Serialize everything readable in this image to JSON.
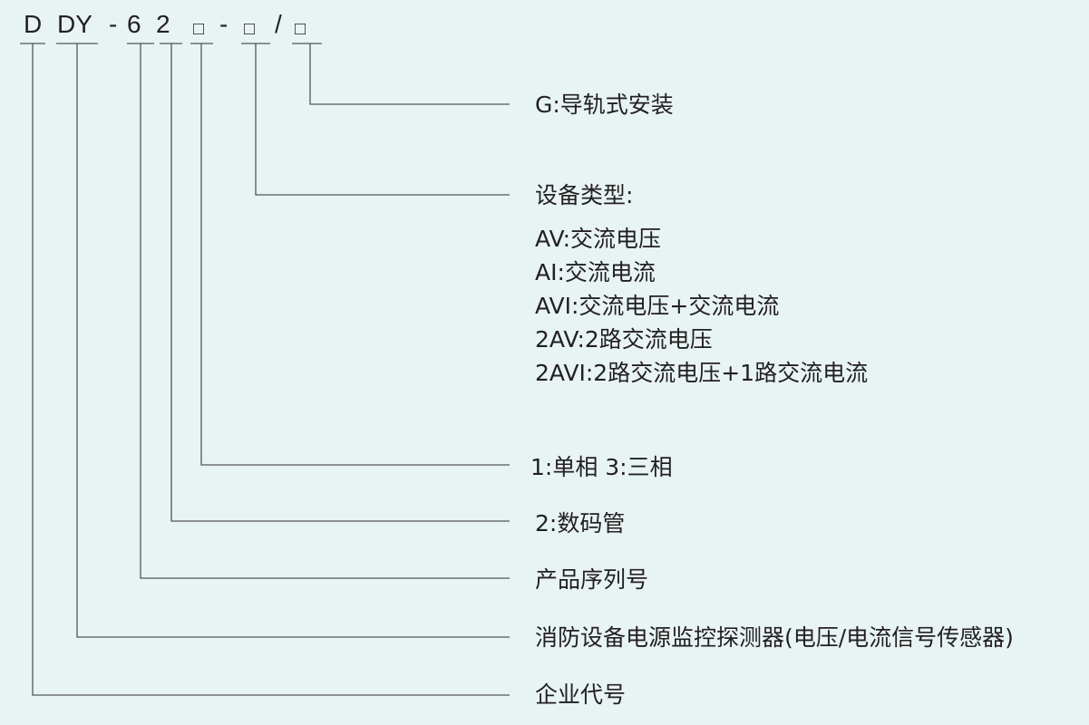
{
  "code": {
    "parts": [
      "D",
      "DY",
      "-",
      "6",
      "2",
      "□",
      "-",
      "□",
      "/",
      "□"
    ]
  },
  "labels": {
    "mount": "G:导轨式安装",
    "device_type_title": "设备类型:",
    "device_types": [
      "AV:交流电压",
      "AⅠ:交流电流",
      "AVⅠ:交流电压+交流电流",
      "2AV:2路交流电压",
      "2AVⅠ:2路交流电压+1路交流电流"
    ],
    "phase": "1:单相  3:三相",
    "display": "2:数码管",
    "series": "产品序列号",
    "product": "消防设备电源监控探测器(电压/电流信号传感器)",
    "company": "企业代号"
  },
  "colors": {
    "background": "#e8f4f4",
    "line": "#555555",
    "text": "#231f20"
  }
}
